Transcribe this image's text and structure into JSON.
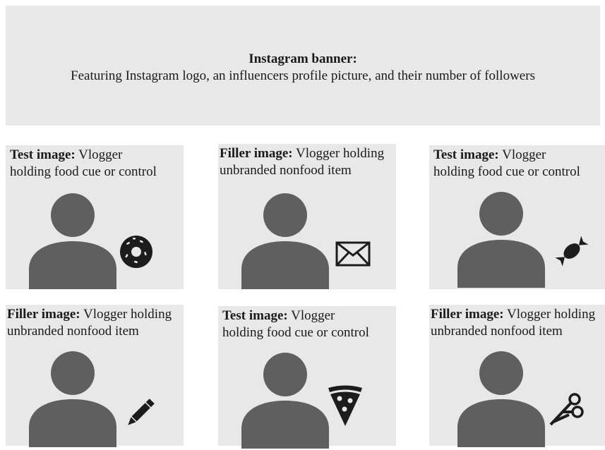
{
  "banner": {
    "title": "Instagram banner:",
    "text": "Featuring Instagram logo, an influencers profile picture, and their number of followers"
  },
  "panels": [
    {
      "label": "Test image:",
      "text": " Vlogger\nholding food cue or control",
      "object_icon": "donut-icon"
    },
    {
      "label": "Filler image:",
      "text": " Vlogger holding\nunbranded nonfood item",
      "object_icon": "envelope-icon"
    },
    {
      "label": "Test image:",
      "text": " Vlogger\nholding food cue or control",
      "object_icon": "candy-icon"
    },
    {
      "label": "Filler image:",
      "text": " Vlogger holding\nunbranded nonfood item",
      "object_icon": "pencil-icon"
    },
    {
      "label": "Test image:",
      "text": " Vlogger\nholding food cue or control",
      "object_icon": "pizza-slice-icon"
    },
    {
      "label": "Filler image:",
      "text": " Vlogger holding\nunbranded nonfood item",
      "object_icon": "scissors-icon"
    }
  ],
  "colors": {
    "panel_bg": "#e8e8e8",
    "person": "#5f5f5f",
    "icon": "#1c1c1c"
  }
}
